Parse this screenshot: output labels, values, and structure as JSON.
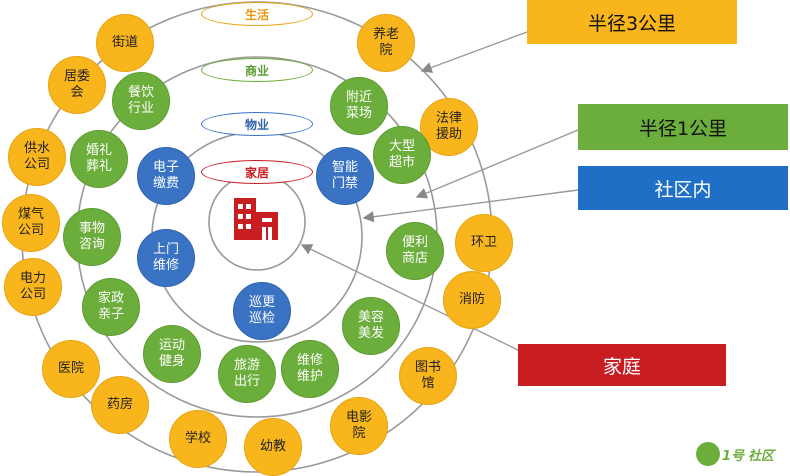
{
  "diagram": {
    "ring_labels": {
      "life": "生活",
      "commerce": "商业",
      "property": "物业",
      "home": "家居"
    },
    "callouts": {
      "radius_3km": "半径3公里",
      "radius_1km": "半径1公里",
      "community": "社区内",
      "home": "家庭"
    },
    "outer_ring_nodes": [
      "街道",
      "养老\n院",
      "居委\n会",
      "法律\n援助",
      "供水\n公司",
      "煤气\n公司",
      "环卫",
      "电力\n公司",
      "消防",
      "医院",
      "图书\n馆",
      "药房",
      "电影\n院",
      "学校",
      "幼教"
    ],
    "middle_ring_nodes": [
      "餐饮\n行业",
      "附近\n菜场",
      "婚礼\n葬礼",
      "大型\n超市",
      "事物\n咨询",
      "便利\n商店",
      "家政\n亲子",
      "美容\n美发",
      "运动\n健身",
      "旅游\n出行",
      "维修\n维护"
    ],
    "inner_ring_nodes": [
      "电子\n缴费",
      "智能\n门禁",
      "上门\n维修",
      "巡更\n巡检"
    ],
    "logo": {
      "mark": "1号",
      "text": "社区"
    },
    "colors": {
      "outer": "#f8b51c",
      "middle": "#6cae3c",
      "inner": "#3b73c4",
      "home": "#c81e22",
      "callout_3km": "#f8b51c",
      "callout_1km": "#6cae3c",
      "callout_community": "#1f6fc6",
      "callout_home": "#c81e22"
    }
  }
}
